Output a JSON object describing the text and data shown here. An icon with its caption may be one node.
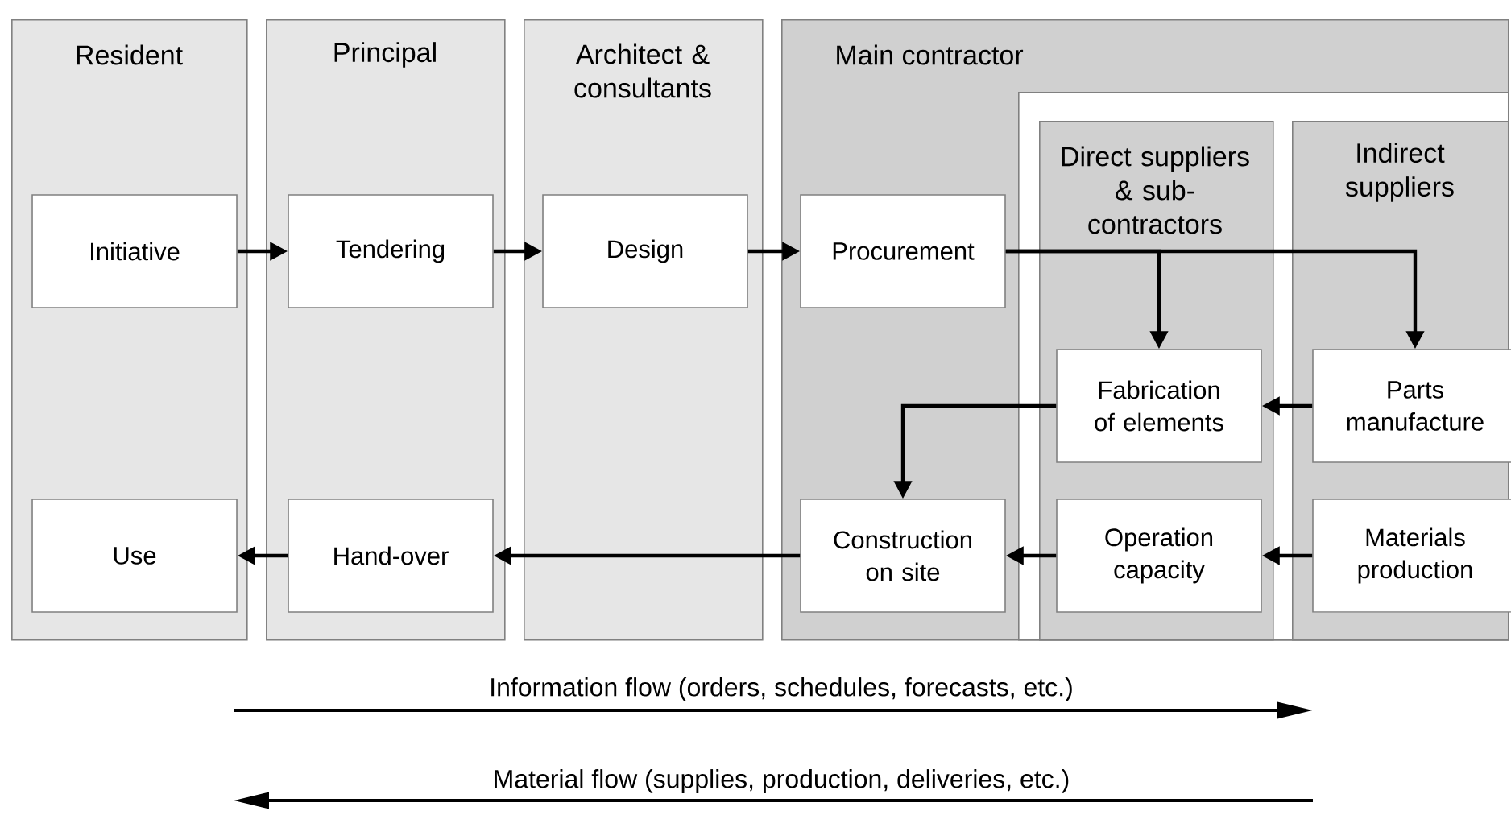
{
  "diagram": {
    "nodes": [
      {
        "text": [
          "Resident"
        ]
      },
      {
        "text": [
          "Initiative"
        ],
        "in": 0
      },
      {
        "text": [
          "Use"
        ],
        "in": 0
      },
      {
        "text": [
          "Principal"
        ]
      },
      {
        "text": [
          "Tendering"
        ],
        "in": 3
      },
      {
        "text": [
          "Hand-over"
        ],
        "in": 3
      },
      {
        "text": [
          "Architect & consultants"
        ]
      },
      {
        "text": [
          "Design"
        ],
        "in": 6
      },
      {
        "text": [
          "Main contractor"
        ]
      },
      {
        "text": [
          "Procurement"
        ],
        "in": 8
      },
      {
        "text": [
          "Construction on site"
        ],
        "in": 8
      },
      {
        "text": [],
        "shape": "box",
        "in": 8
      },
      {
        "text": [
          "Direct suppliers & sub-contractors"
        ],
        "in": 11
      },
      {
        "text": [
          "Fabrication of elements"
        ],
        "in": 12
      },
      {
        "text": [
          "Operation capacity"
        ],
        "in": 12
      },
      {
        "text": [
          "Indirect suppliers"
        ],
        "in": 11
      },
      {
        "text": [
          "Parts manufacture"
        ],
        "in": 15
      },
      {
        "text": [
          "Materials production"
        ],
        "in": 15
      }
    ],
    "edges": [
      {
        "from": 1,
        "to": 4,
        "arrow": "to"
      },
      {
        "from": 4,
        "to": 7,
        "arrow": "to"
      },
      {
        "from": 7,
        "to": 9,
        "arrow": "to"
      },
      {
        "from": 9,
        "to": 13,
        "arrow": "to"
      },
      {
        "from": 9,
        "to": 16,
        "arrow": "to"
      },
      {
        "from": 16,
        "to": 13,
        "arrow": "to"
      },
      {
        "from": 13,
        "to": 10,
        "arrow": "to"
      },
      {
        "from": 17,
        "to": 14,
        "arrow": "to"
      },
      {
        "from": 14,
        "to": 10,
        "arrow": "to"
      },
      {
        "from": 10,
        "to": 5,
        "arrow": "to"
      },
      {
        "from": 5,
        "to": 2,
        "arrow": "to"
      }
    ],
    "labels": [
      "Information flow (orders, schedules, forecasts, etc.)",
      "Material flow (supplies, production, deliveries, etc.)"
    ]
  }
}
